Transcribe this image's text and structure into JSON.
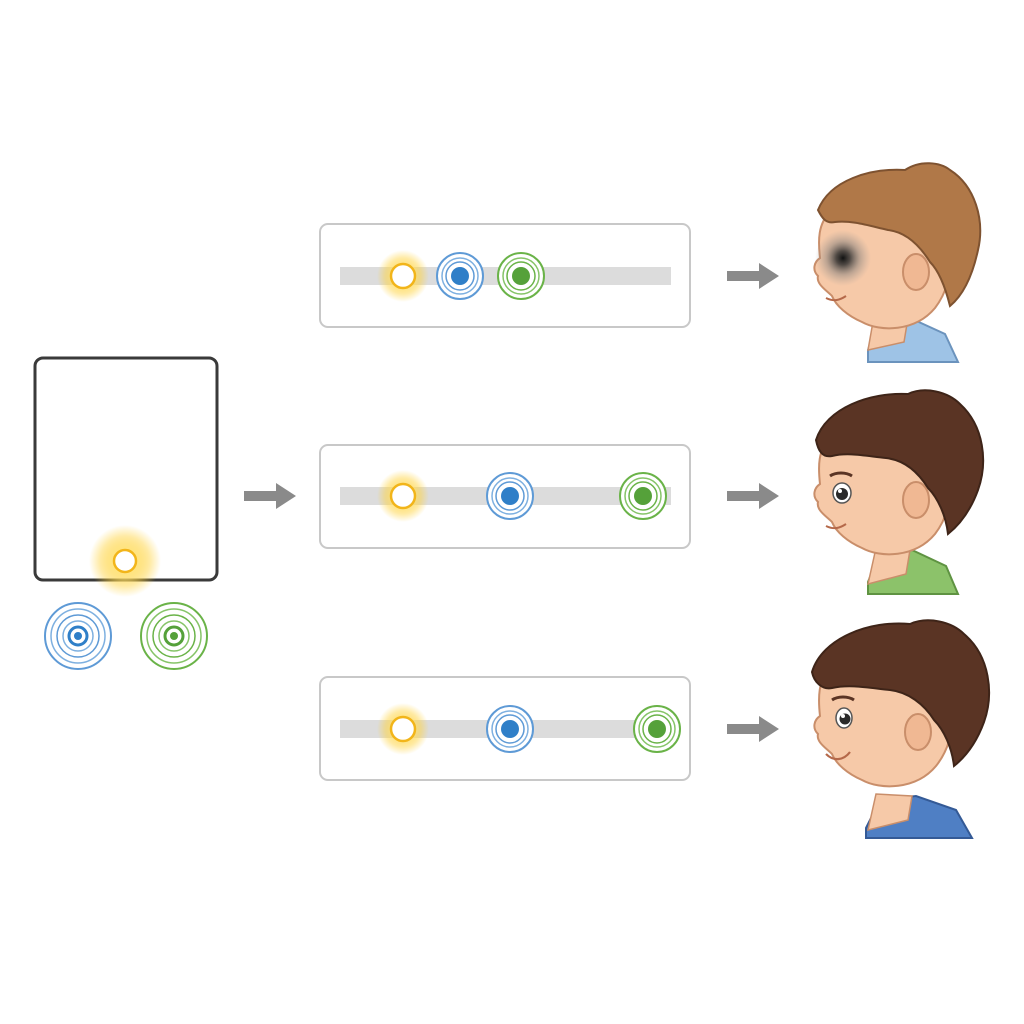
{
  "colors": {
    "background": "#ffffff",
    "frame_border": "#3a3a3a",
    "panel_border": "#c8c8c8",
    "track": "#dcdcdc",
    "arrow": "#8a8a8a",
    "light_yellow": "#ffd23a",
    "target_blue": "#2f7fc8",
    "target_green": "#55a13a",
    "skin": "#f6c9a8",
    "hair_light": "#b07848",
    "hair_dark": "#5a3424",
    "shirt_light_blue": "#9ec3e6",
    "shirt_green": "#8cc26a",
    "shirt_blue": "#4f7fc4"
  },
  "source_frame": {
    "icon": "light-source-icon",
    "targets": [
      "blue-target-icon",
      "green-target-icon"
    ]
  },
  "rows": [
    {
      "id": "near",
      "track_icons": [
        "yellow-light-icon",
        "blue-target-icon",
        "green-target-icon"
      ],
      "result": {
        "face": "child-profile-blurred-eye",
        "eye_state": "blurred",
        "hair_color": "#b07848",
        "shirt_color": "#9ec3e6"
      }
    },
    {
      "id": "middle",
      "track_icons": [
        "yellow-light-icon",
        "blue-target-icon",
        "green-target-icon"
      ],
      "result": {
        "face": "child-profile-clear-eye",
        "eye_state": "clear",
        "hair_color": "#5a3424",
        "shirt_color": "#8cc26a"
      }
    },
    {
      "id": "far",
      "track_icons": [
        "yellow-light-icon",
        "blue-target-icon",
        "green-target-icon"
      ],
      "result": {
        "face": "child-profile-smiling",
        "eye_state": "clear",
        "hair_color": "#5a3424",
        "shirt_color": "#4f7fc4"
      }
    }
  ]
}
